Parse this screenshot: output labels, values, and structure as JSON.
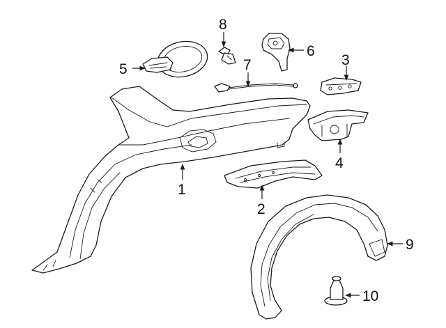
{
  "colors": {
    "line": "#1a1a1a",
    "background": "#ffffff"
  },
  "callouts": [
    {
      "id": "1",
      "label": "1"
    },
    {
      "id": "2",
      "label": "2"
    },
    {
      "id": "3",
      "label": "3"
    },
    {
      "id": "4",
      "label": "4"
    },
    {
      "id": "5",
      "label": "5"
    },
    {
      "id": "6",
      "label": "6"
    },
    {
      "id": "7",
      "label": "7"
    },
    {
      "id": "8",
      "label": "8"
    },
    {
      "id": "9",
      "label": "9"
    },
    {
      "id": "10",
      "label": "10"
    }
  ]
}
